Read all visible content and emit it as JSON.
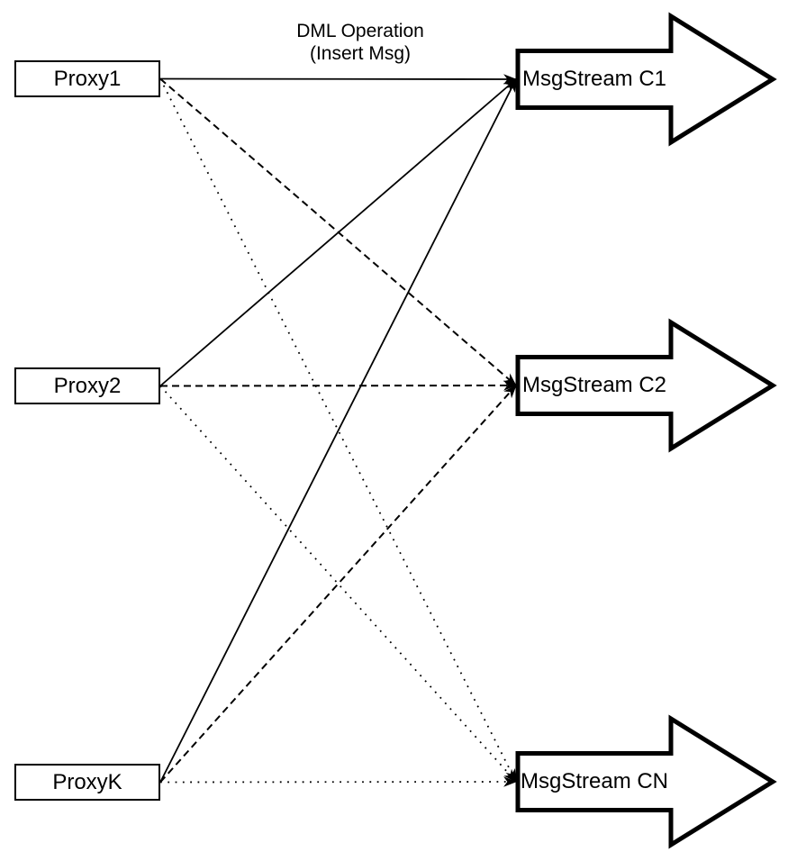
{
  "title": {
    "line1": "DML Operation",
    "line2": "(Insert Msg)"
  },
  "proxies": [
    {
      "id": "proxy1",
      "label": "Proxy1"
    },
    {
      "id": "proxy2",
      "label": "Proxy2"
    },
    {
      "id": "proxyk",
      "label": "ProxyK"
    }
  ],
  "streams": [
    {
      "id": "c1",
      "label": "MsgStream C1"
    },
    {
      "id": "c2",
      "label": "MsgStream C2"
    },
    {
      "id": "cn",
      "label": "MsgStream CN"
    }
  ],
  "edges": [
    {
      "from": "proxy1",
      "to": "c1",
      "style": "solid"
    },
    {
      "from": "proxy1",
      "to": "c2",
      "style": "dashed"
    },
    {
      "from": "proxy1",
      "to": "cn",
      "style": "dotted"
    },
    {
      "from": "proxy2",
      "to": "c1",
      "style": "solid"
    },
    {
      "from": "proxy2",
      "to": "c2",
      "style": "dashed"
    },
    {
      "from": "proxy2",
      "to": "cn",
      "style": "dotted"
    },
    {
      "from": "proxyk",
      "to": "c1",
      "style": "solid"
    },
    {
      "from": "proxyk",
      "to": "c2",
      "style": "dashed"
    },
    {
      "from": "proxyk",
      "to": "cn",
      "style": "dotted"
    }
  ],
  "colors": {
    "line": "#000000",
    "shape_outline": "#000000",
    "shape_fill": "#ffffff",
    "text": "#000000",
    "background": "#ffffff"
  }
}
